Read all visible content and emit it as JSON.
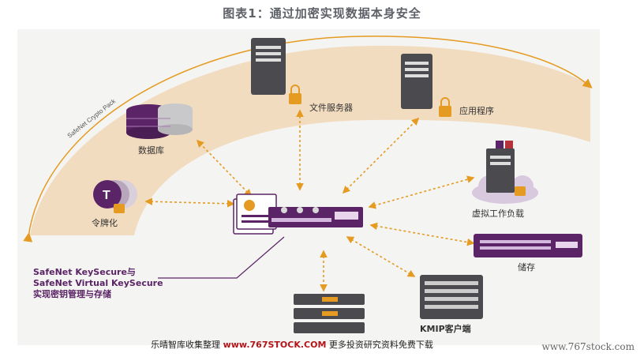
{
  "title": "图表1：通过加密实现数据本身安全",
  "arc_label": "SafeNet Crypto Pack",
  "nodes": {
    "file_server": "文件服务器",
    "app": "应用程序",
    "database": "数据库",
    "token": "令牌化",
    "vm": "虚拟工作负载",
    "storage": "储存",
    "kmip": "KMIP客户端"
  },
  "caption": [
    "SafeNet KeySecure与",
    "SafeNet Virtual KeySecure",
    "实现密钥管理与存储"
  ],
  "watermark": {
    "prefix": "乐晴智库收集整理 ",
    "url": "www.767STOCK.COM",
    "suffix": " 更多投资研究资料免费下载"
  },
  "site": "www.767stock.com",
  "colors": {
    "accent": "#5b2466",
    "arc": "#f2dcc0",
    "lock": "#e59a21",
    "arrow": "#e59a21"
  }
}
